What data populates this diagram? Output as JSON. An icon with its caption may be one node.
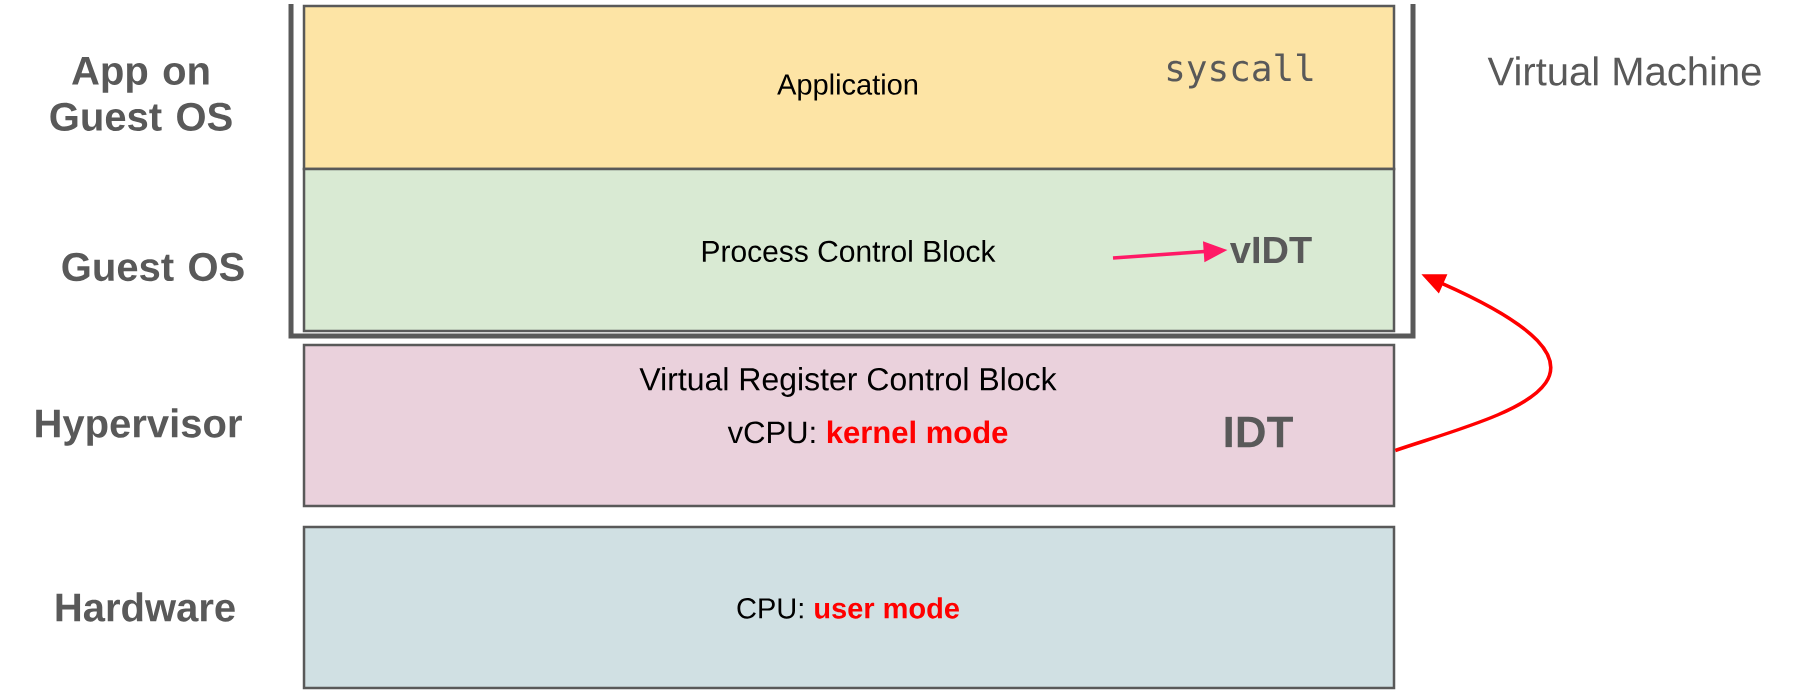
{
  "diagram": {
    "nodes": [
      {
        "text": [
          "Virtual Machine"
        ]
      },
      {
        "text": [
          "Application",
          "syscall"
        ],
        "in": 0
      },
      {
        "text": [
          "Process Control Block"
        ],
        "in": 0
      },
      {
        "text": [
          "vIDT"
        ],
        "in": 2
      },
      {
        "text": [
          "Virtual Register Control Block",
          "vCPU:",
          "kernel mode"
        ]
      },
      {
        "text": [
          "IDT"
        ],
        "in": 4
      },
      {
        "text": [
          "CPU:",
          "user mode"
        ]
      }
    ],
    "edges": [
      {
        "from": null,
        "to": 3,
        "arrow": "to",
        "color": "#ff1a66"
      },
      {
        "from": 4,
        "to": 0,
        "arrow": "to",
        "color": "#ff0000"
      }
    ],
    "labels": [
      "App on Guest OS",
      "Guest OS",
      "Hypervisor",
      "Hardware"
    ]
  }
}
